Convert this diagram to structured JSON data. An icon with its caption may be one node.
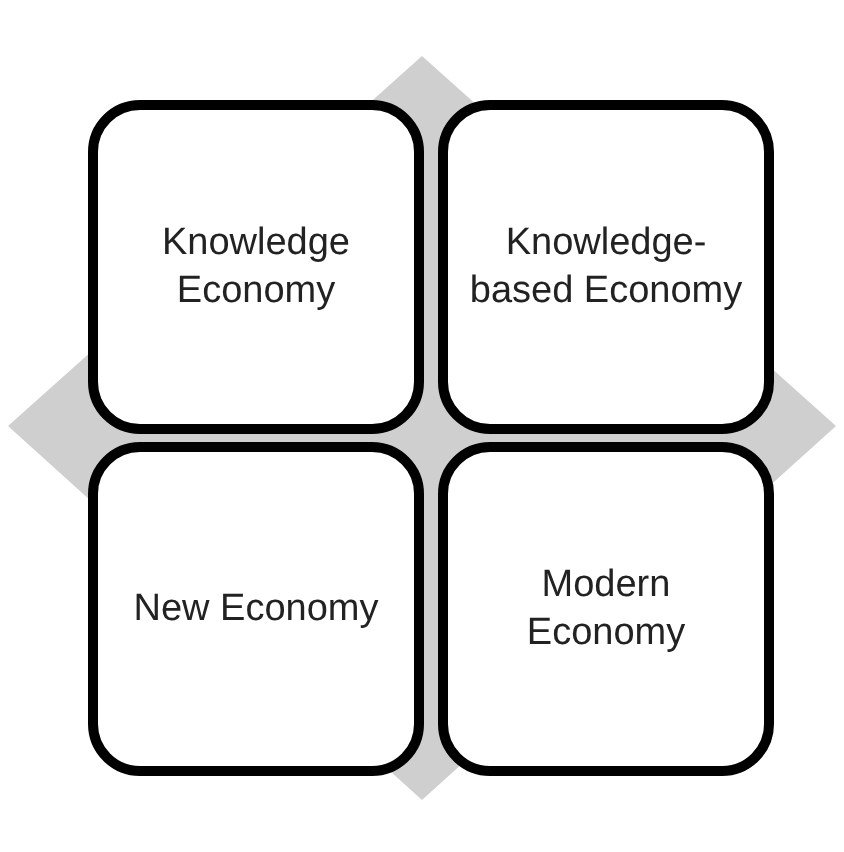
{
  "diagram": {
    "nodes": [
      {
        "text": [
          "Knowledge Economy"
        ]
      },
      {
        "text": [
          "Knowledge-based Economy"
        ]
      },
      {
        "text": [
          "New Economy"
        ]
      },
      {
        "text": [
          "Modern Economy"
        ]
      }
    ]
  }
}
